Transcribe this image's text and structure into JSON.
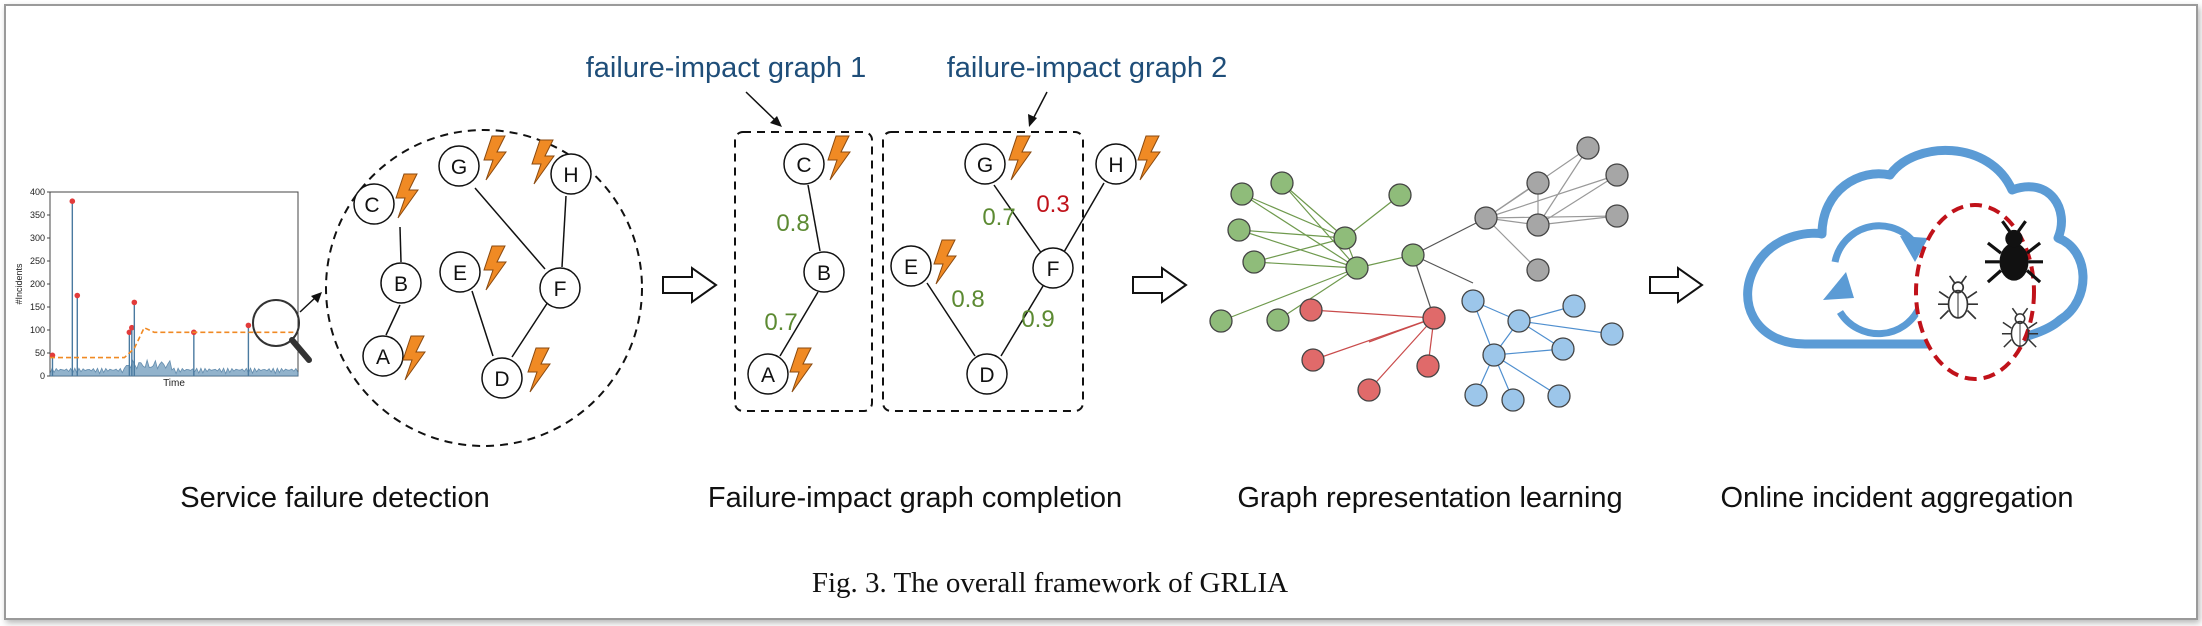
{
  "labels": {
    "graph1": "failure-impact graph 1",
    "graph2": "failure-impact graph 2",
    "caption": "Fig. 3.  The overall framework of GRLIA"
  },
  "stages": [
    {
      "label": "Service failure detection"
    },
    {
      "label": "Failure-impact graph completion"
    },
    {
      "label": "Graph representation learning"
    },
    {
      "label": "Online incident aggregation"
    }
  ],
  "nodes": {
    "a": "A",
    "b": "B",
    "c": "C",
    "d": "D",
    "e": "E",
    "f": "F",
    "g": "G",
    "h": "H"
  },
  "weights": {
    "cb": "0.8",
    "ba": "0.7",
    "gf": "0.7",
    "hf": "0.3",
    "ed": "0.8",
    "fd": "0.9"
  },
  "colors": {
    "weight": "#5c8a32",
    "weight_alert": "#c0121a",
    "graph_title": "#1f4e79",
    "bolt": "#f08a24",
    "green": "#8fbc7a",
    "gray": "#a6a6a6",
    "red": "#e06a6a",
    "blue": "#9cc6ea",
    "cloud": "#5b9bd5",
    "bug_circle": "#c0121a"
  },
  "chart_data": {
    "type": "line",
    "title": "",
    "xlabel": "Time",
    "ylabel": "#Incidents",
    "ylim": [
      0,
      400
    ],
    "yticks": [
      "0",
      "50",
      "100",
      "150",
      "200",
      "250",
      "300",
      "350",
      "400"
    ],
    "spikes": [
      {
        "x": 0.01,
        "y": 45
      },
      {
        "x": 0.09,
        "y": 380
      },
      {
        "x": 0.11,
        "y": 175
      },
      {
        "x": 0.32,
        "y": 95
      },
      {
        "x": 0.33,
        "y": 105
      },
      {
        "x": 0.34,
        "y": 160
      },
      {
        "x": 0.58,
        "y": 95
      },
      {
        "x": 0.8,
        "y": 110
      }
    ],
    "threshold": [
      [
        0,
        40
      ],
      [
        0.3,
        40
      ],
      [
        0.34,
        60
      ],
      [
        0.38,
        105
      ],
      [
        0.42,
        95
      ],
      [
        1.0,
        95
      ]
    ]
  }
}
